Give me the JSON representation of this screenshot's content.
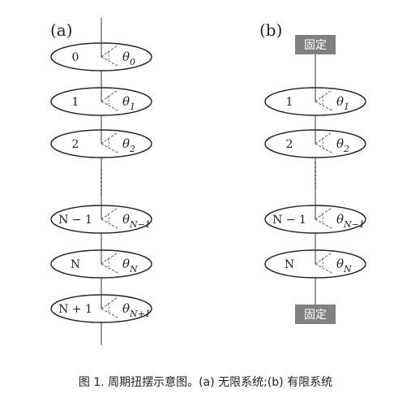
{
  "panel_a": {
    "label": "(a)",
    "disks": [
      {
        "label": "0",
        "theta": "θ",
        "sub": "0"
      },
      {
        "label": "1",
        "theta": "θ",
        "sub": "1"
      },
      {
        "label": "2",
        "theta": "θ",
        "sub": "2"
      },
      {
        "label": "N − 1",
        "theta": "θ",
        "sub": "N−1"
      },
      {
        "label": "N",
        "theta": "θ",
        "sub": "N"
      },
      {
        "label": "N + 1",
        "theta": "θ",
        "sub": "N+1"
      }
    ]
  },
  "panel_b": {
    "label": "(b)",
    "fixed_top": "固定",
    "fixed_bottom": "固定",
    "disks": [
      {
        "label": "1",
        "theta": "θ",
        "sub": "1"
      },
      {
        "label": "2",
        "theta": "θ",
        "sub": "2"
      },
      {
        "label": "N − 1",
        "theta": "θ",
        "sub": "N−1"
      },
      {
        "label": "N",
        "theta": "θ",
        "sub": "N"
      }
    ]
  },
  "caption": "图 1. 周期扭摆示意图。(a) 无限系统;(b) 有限系统",
  "colors": {
    "line": "#333333",
    "fixed_box": "#808080"
  }
}
